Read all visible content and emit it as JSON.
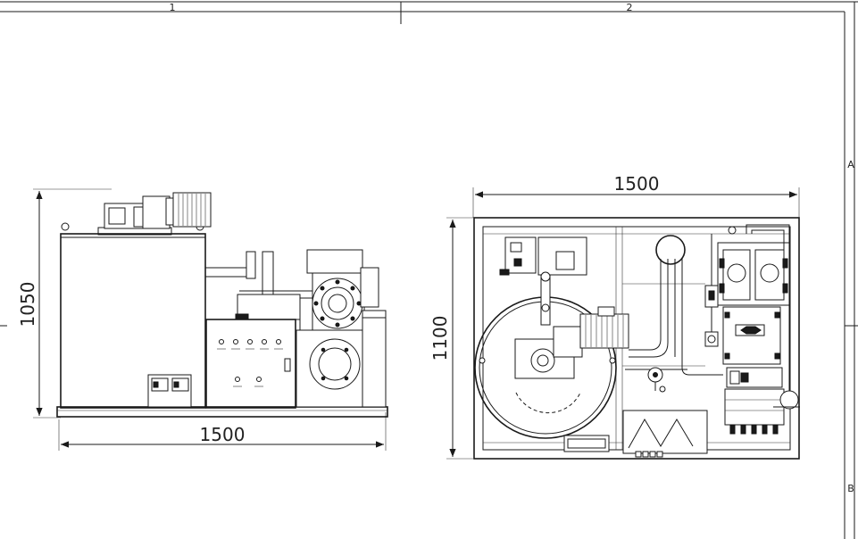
{
  "frame": {
    "col_labels": [
      "1",
      "2"
    ],
    "row_labels": [
      "A",
      "B"
    ]
  },
  "front_view": {
    "width_label": "1500",
    "height_label": "1050"
  },
  "top_view": {
    "width_label": "1500",
    "height_label": "1100"
  },
  "colors": {
    "line": "#1a1a1a",
    "background": "#ffffff"
  }
}
